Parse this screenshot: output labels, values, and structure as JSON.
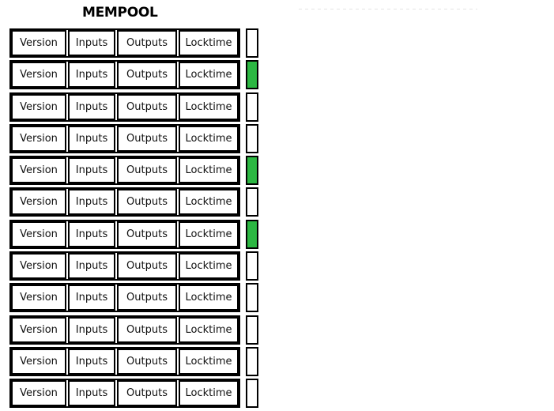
{
  "title": "MEMPOOL",
  "colors": {
    "highlight_green": "#2cb742",
    "box_border": "#000000",
    "box_fill": "#ffffff",
    "background": "#ffffff",
    "dashed_line": "#e3e3e3"
  },
  "transaction_fields": [
    "Version",
    "Inputs",
    "Outputs",
    "Locktime"
  ],
  "transactions": [
    {
      "index": 1,
      "highlighted": false
    },
    {
      "index": 2,
      "highlighted": true
    },
    {
      "index": 3,
      "highlighted": false
    },
    {
      "index": 4,
      "highlighted": false
    },
    {
      "index": 5,
      "highlighted": true
    },
    {
      "index": 6,
      "highlighted": false
    },
    {
      "index": 7,
      "highlighted": true
    },
    {
      "index": 8,
      "highlighted": false
    },
    {
      "index": 9,
      "highlighted": false
    },
    {
      "index": 10,
      "highlighted": false
    },
    {
      "index": 11,
      "highlighted": false
    },
    {
      "index": 12,
      "highlighted": false
    }
  ]
}
